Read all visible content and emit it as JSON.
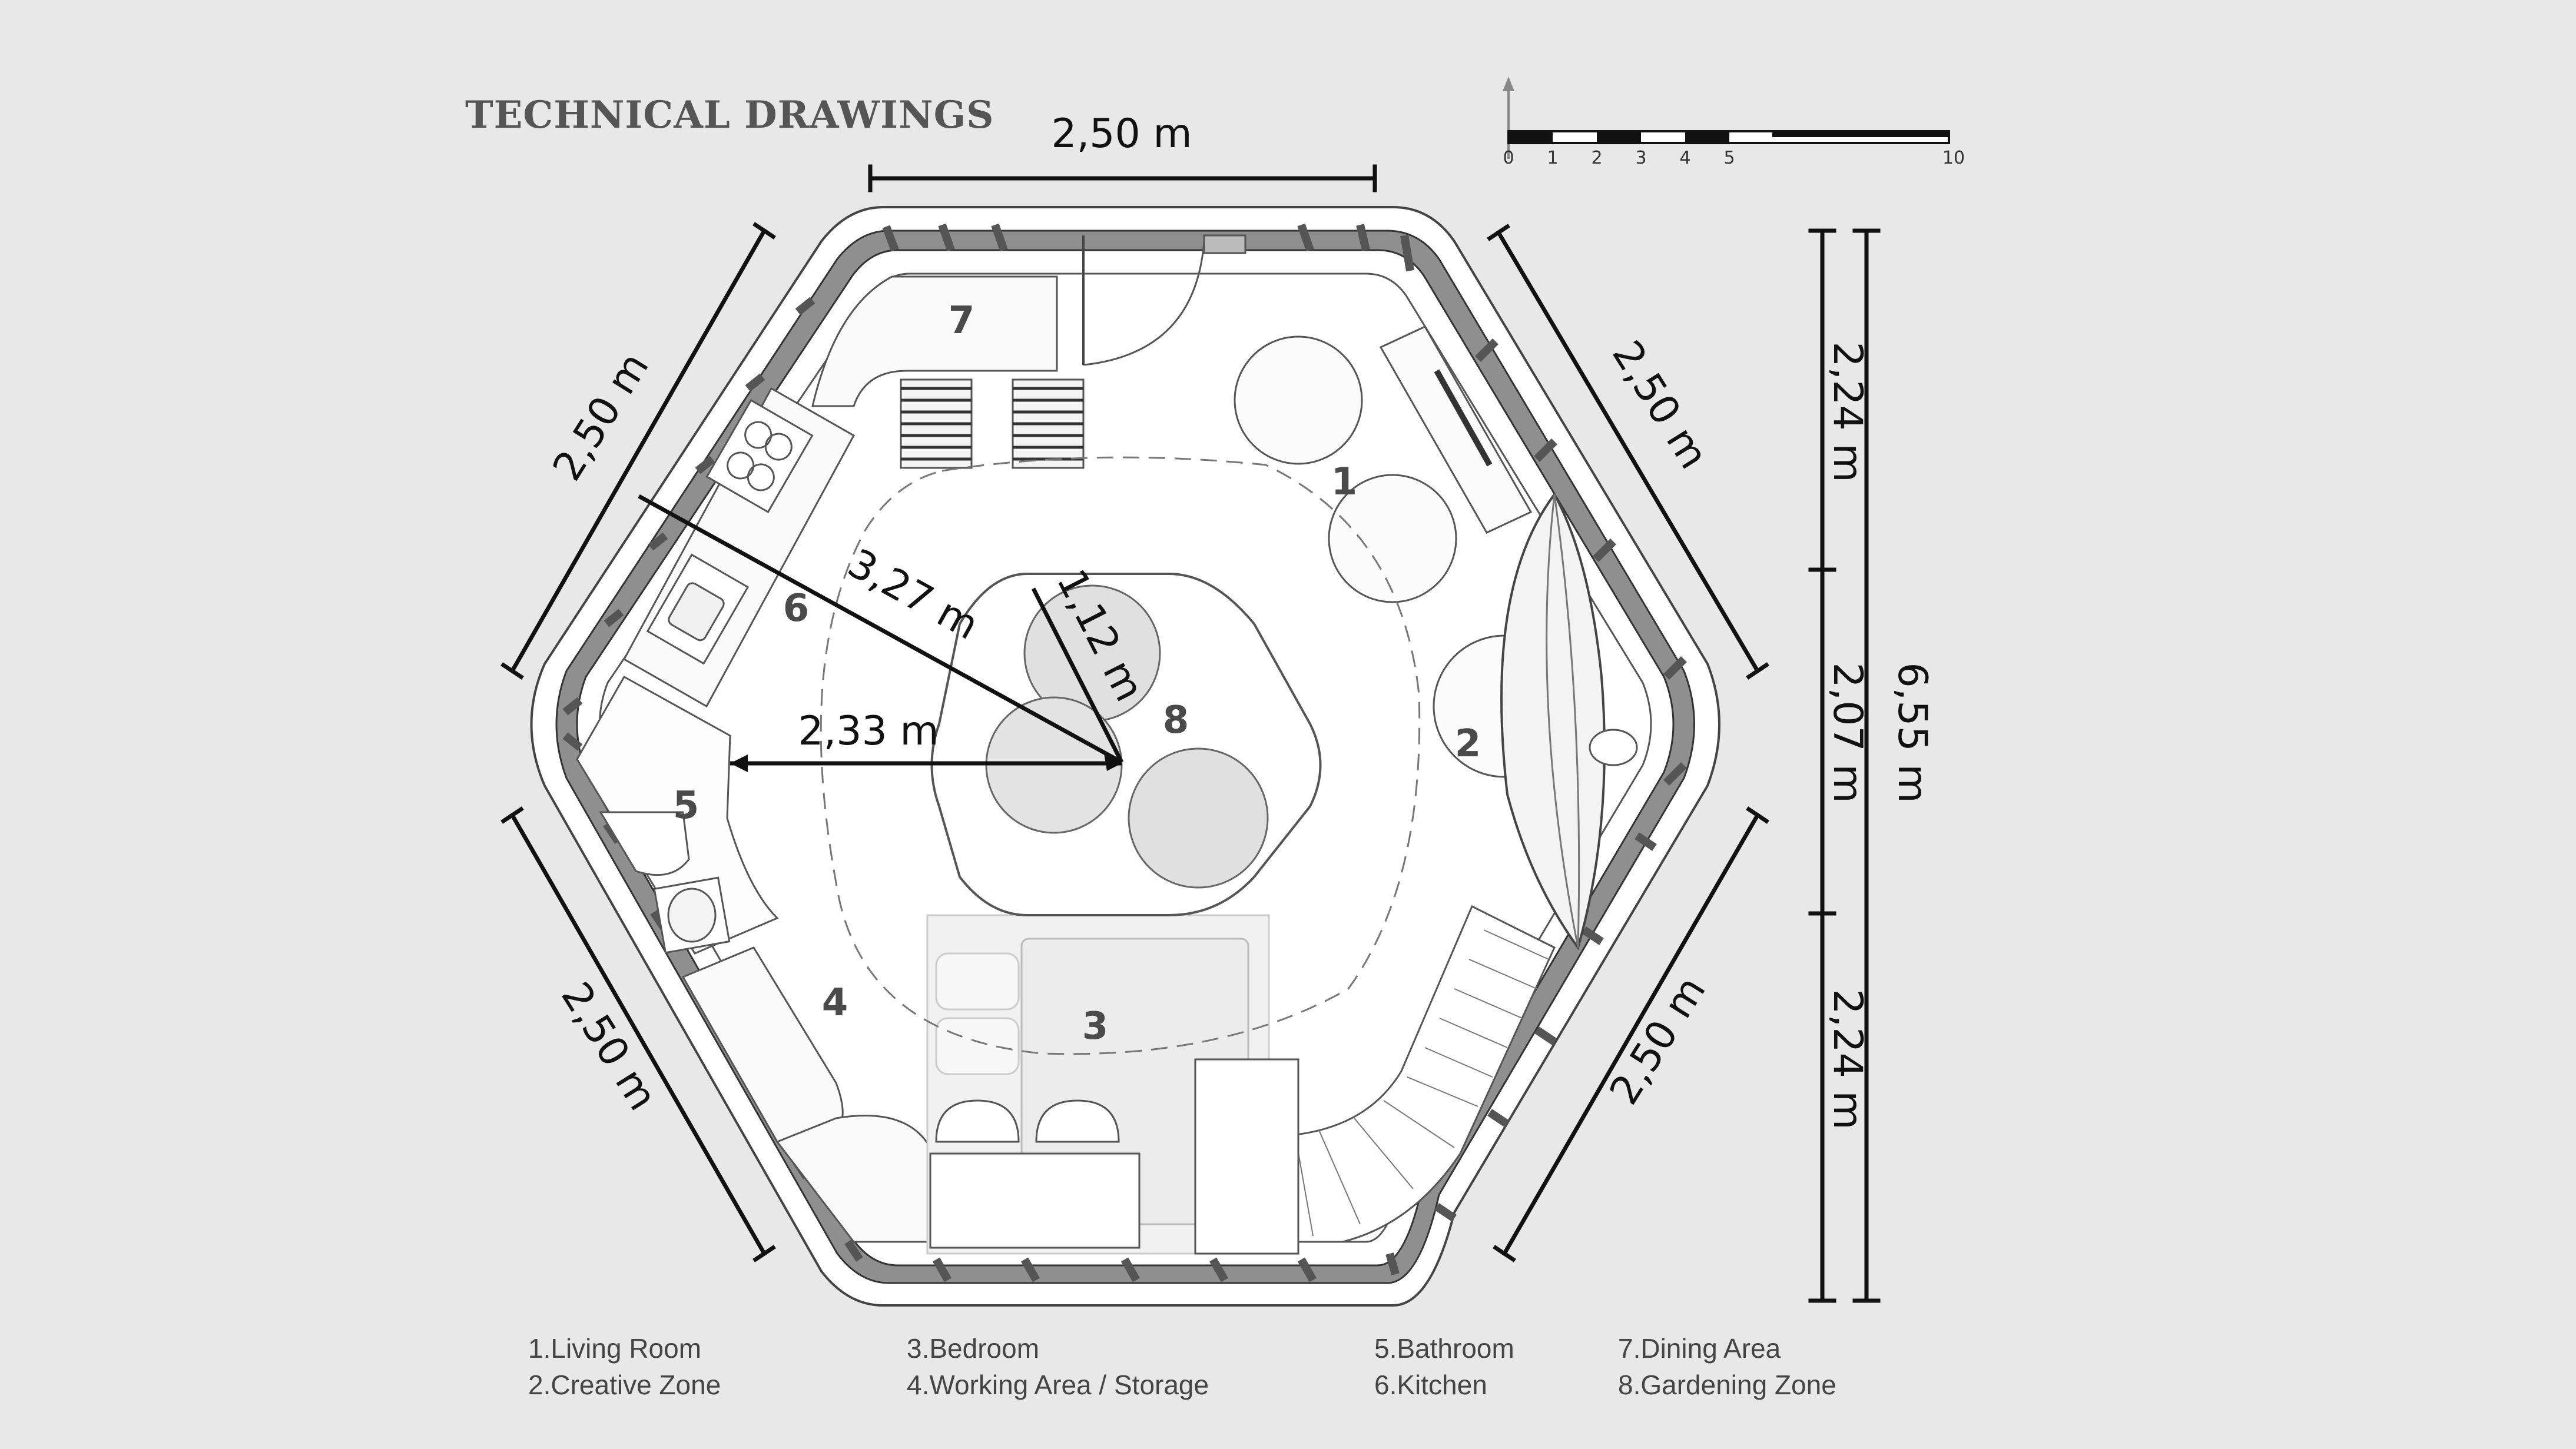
{
  "title": "TECHNICAL DRAWINGS",
  "dimensions": {
    "top": "2,50 m",
    "upper_left": "2,50 m",
    "upper_right": "2,50 m",
    "lower_left": "2,50 m",
    "lower_right": "2,50 m",
    "right_segment_top": "2,24 m",
    "right_segment_mid": "2,07 m",
    "right_segment_bottom": "2,24 m",
    "right_total": "6,55 m",
    "radius_outer": "3,27 m",
    "radius_inner_court": "1,12 m",
    "radius_bathroom": "2,33 m"
  },
  "scale_bar": {
    "ticks": [
      "0",
      "1",
      "2",
      "3",
      "4",
      "5",
      "10"
    ]
  },
  "room_numbers": [
    "1",
    "2",
    "3",
    "4",
    "5",
    "6",
    "7",
    "8"
  ],
  "legend": {
    "col1": [
      "1.Living Room",
      "2.Creative Zone"
    ],
    "col2": [
      "3.Bedroom",
      "4.Working Area / Storage"
    ],
    "col3": [
      "5.Bathroom",
      "6.Kitchen"
    ],
    "col4": [
      "7.Dining Area",
      "8.Gardening Zone"
    ]
  },
  "colors": {
    "background": "#e8e8e8",
    "wall": "#8f8f8f",
    "floor": "#ffffff",
    "line": "#111111",
    "label": "#4a4a4a"
  }
}
